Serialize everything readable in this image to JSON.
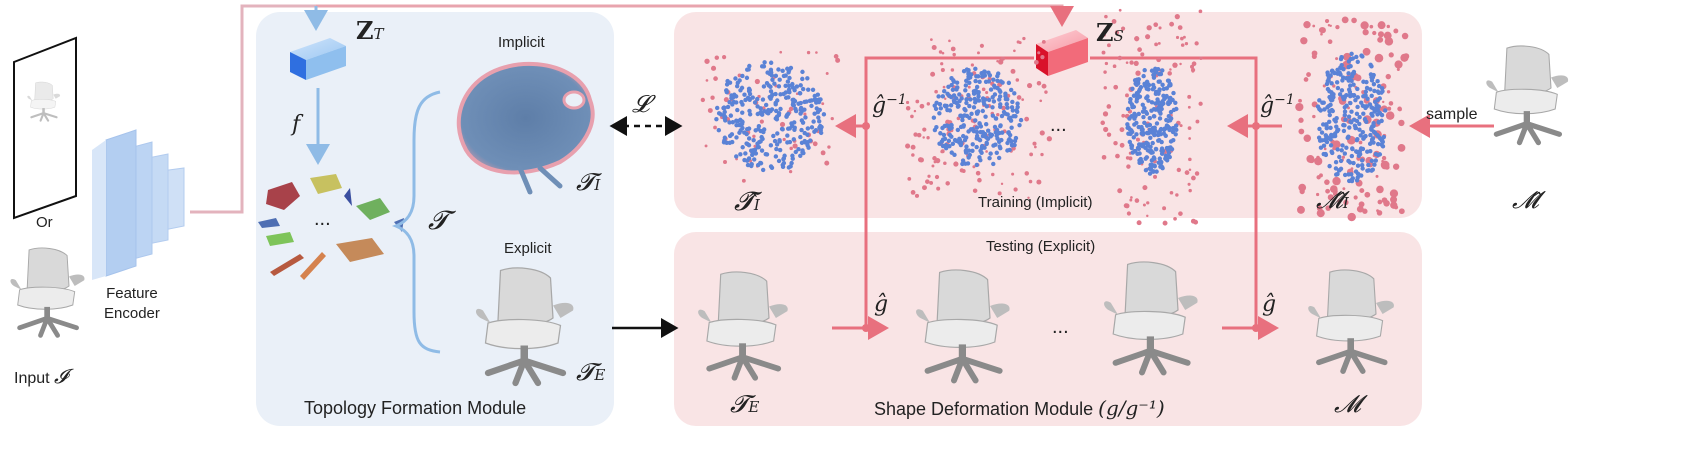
{
  "input": {
    "or_text": "Or",
    "input_label": "Input",
    "input_symbol": "𝓘"
  },
  "encoder": {
    "line1": "Feature",
    "line2": "Encoder"
  },
  "topology": {
    "zt_symbol": "Z",
    "zt_sub": "T",
    "f_symbol": "f",
    "implicit_label": "Implicit",
    "explicit_label": "Explicit",
    "t_symbol": "𝓣",
    "ti_symbol": "𝓣",
    "ti_sub": "I",
    "te_symbol": "𝓣",
    "te_sub": "E",
    "ellipsis": "...",
    "module_title": "Topology Formation Module"
  },
  "loss": {
    "symbol": "𝓛"
  },
  "deformation": {
    "zs_symbol": "Z",
    "zs_sub": "S",
    "g_inv_left": "ĝ",
    "g_inv_right": "ĝ",
    "g_inv_exp": "−1",
    "g_left": "ĝ",
    "g_right": "ĝ",
    "ellipsis_top": "...",
    "ellipsis_bottom": "...",
    "training_label": "Training (Implicit)",
    "testing_label": "Testing (Explicit)",
    "that_i_symbol": "𝓣̂",
    "that_i_sub": "I",
    "mhat_i_symbol": "𝓜̂",
    "mhat_i_sub": "I",
    "te_symbol": "𝓣",
    "te_sub": "E",
    "m_symbol": "𝓜",
    "module_title": "Shape Deformation Module",
    "module_formula": "(g/g⁻¹)"
  },
  "sample": {
    "label": "sample",
    "mhat_symbol": "𝓜̂"
  },
  "colors": {
    "blue_panel": "#eaf0f8",
    "pink_panel": "#f9e4e5",
    "blue_arrow": "#8fbbe6",
    "pink_arrow": "#e8707e",
    "point_blue": "#5a82d6",
    "point_pink": "#e0788a"
  }
}
